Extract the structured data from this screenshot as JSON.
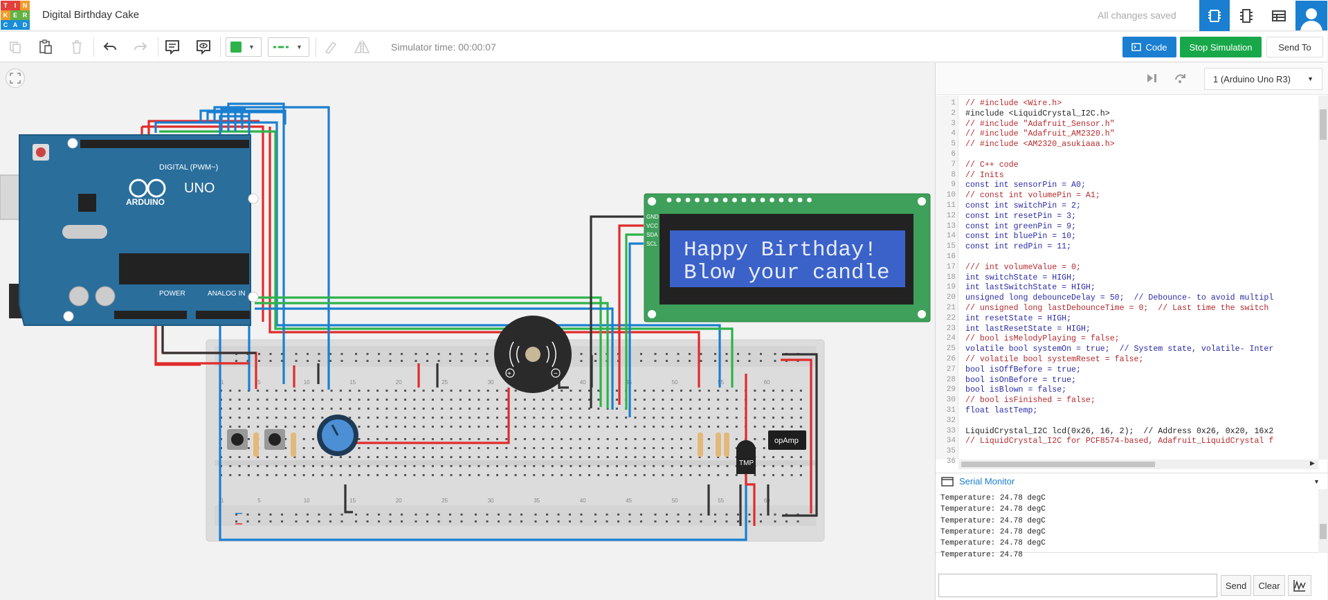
{
  "app": {
    "logo_letters": [
      "T",
      "I",
      "N",
      "K",
      "E",
      "R",
      "C",
      "A",
      "D"
    ],
    "logo_colors": [
      "#e0413a",
      "#e0413a",
      "#f09b2b",
      "#f09b2b",
      "#62b244",
      "#62b244",
      "#1a8dd8",
      "#1a8dd8",
      "#1a8dd8"
    ],
    "project_title": "Digital Birthday Cake",
    "save_status": "All changes saved"
  },
  "top_icons": {
    "circuit": "circuit-view-icon",
    "components": "component-list-icon",
    "table": "table-view-icon",
    "avatar": "user-avatar-icon"
  },
  "toolbar": {
    "copy": "copy-icon",
    "paste": "paste-icon",
    "delete": "delete-icon",
    "undo": "undo-icon",
    "redo": "redo-icon",
    "note": "note-icon",
    "visibility": "eye-icon",
    "color_swatch": "#2db34a",
    "line_style": "wire-style-icon",
    "rotate": "rotate-icon",
    "mirror": "mirror-icon",
    "sim_time": "Simulator time: 00:00:07",
    "code_label": "Code",
    "stop_label": "Stop Simulation",
    "send_to_label": "Send To"
  },
  "canvas": {
    "lcd_line1": "Happy Birthday!",
    "lcd_line2": "Blow your candle",
    "lcd_pins": [
      "GND",
      "VCC",
      "SDA",
      "SCL"
    ],
    "arduino_brand": "ARDUINO",
    "arduino_model": "UNO",
    "digital_label": "DIGITAL (PWM~)",
    "power_label": "POWER",
    "analog_label": "ANALOG IN",
    "opamp_label": "opAmp",
    "tmp_label": "TMP",
    "breadboard_numbers": [
      "1",
      "5",
      "10",
      "15",
      "20",
      "25",
      "30",
      "35",
      "40",
      "45",
      "50",
      "55",
      "60"
    ]
  },
  "code_panel": {
    "device": "1 (Arduino Uno R3)",
    "lines": [
      {
        "n": "1",
        "t": "// #include <Wire.h>",
        "k": "comment"
      },
      {
        "n": "2",
        "t": "#include <LiquidCrystal_I2C.h>",
        "k": "plain"
      },
      {
        "n": "3",
        "t": "// #include \"Adafruit_Sensor.h\"",
        "k": "comment"
      },
      {
        "n": "4",
        "t": "// #include \"Adafruit_AM2320.h\"",
        "k": "comment"
      },
      {
        "n": "5",
        "t": "// #include <AM2320_asukiaaa.h>",
        "k": "comment"
      },
      {
        "n": "6",
        "t": "",
        "k": "plain"
      },
      {
        "n": "7",
        "t": "// C++ code",
        "k": "comment"
      },
      {
        "n": "8",
        "t": "// Inits",
        "k": "comment"
      },
      {
        "n": "9",
        "t": "const int sensorPin = A0;",
        "k": "kw"
      },
      {
        "n": "10",
        "t": "// const int volumePin = A1;",
        "k": "comment"
      },
      {
        "n": "11",
        "t": "const int switchPin = 2;",
        "k": "kw"
      },
      {
        "n": "12",
        "t": "const int resetPin = 3;",
        "k": "kw"
      },
      {
        "n": "13",
        "t": "const int greenPin = 9;",
        "k": "kw"
      },
      {
        "n": "14",
        "t": "const int bluePin = 10;",
        "k": "kw"
      },
      {
        "n": "15",
        "t": "const int redPin = 11;",
        "k": "kw"
      },
      {
        "n": "16",
        "t": "",
        "k": "plain"
      },
      {
        "n": "17",
        "t": "/// int volumeValue = 0;",
        "k": "comment"
      },
      {
        "n": "18",
        "t": "int switchState = HIGH;",
        "k": "kw"
      },
      {
        "n": "19",
        "t": "int lastSwitchState = HIGH;",
        "k": "kw"
      },
      {
        "n": "20",
        "t": "unsigned long debounceDelay = 50;  // Debounce- to avoid multipl",
        "k": "kw"
      },
      {
        "n": "21",
        "t": "// unsigned long lastDebounceTime = 0;  // Last time the switch",
        "k": "comment"
      },
      {
        "n": "22",
        "t": "int resetState = HIGH;",
        "k": "kw"
      },
      {
        "n": "23",
        "t": "int lastResetState = HIGH;",
        "k": "kw"
      },
      {
        "n": "24",
        "t": "// bool isMelodyPlaying = false;",
        "k": "comment"
      },
      {
        "n": "25",
        "t": "volatile bool systemOn = true;  // System state, volatile- Inter",
        "k": "kw"
      },
      {
        "n": "26",
        "t": "// volatile bool systemReset = false;",
        "k": "comment"
      },
      {
        "n": "27",
        "t": "bool isOffBefore = true;",
        "k": "kw"
      },
      {
        "n": "28",
        "t": "bool isOnBefore = true;",
        "k": "kw"
      },
      {
        "n": "29",
        "t": "bool isBlown = false;",
        "k": "kw"
      },
      {
        "n": "30",
        "t": "// bool isFinished = false;",
        "k": "comment"
      },
      {
        "n": "31",
        "t": "float lastTemp;",
        "k": "kw"
      },
      {
        "n": "32",
        "t": "",
        "k": "plain"
      },
      {
        "n": "33",
        "t": "LiquidCrystal_I2C lcd(0x26, 16, 2);  // Address 0x26, 0x20, 16x2",
        "k": "plain"
      },
      {
        "n": "34",
        "t": "// LiquidCrystal_I2C for PCF8574-based, Adafruit_LiquidCrystal f",
        "k": "comment"
      },
      {
        "n": "35",
        "t": "",
        "k": "plain"
      },
      {
        "n": "36",
        "t": "",
        "k": "plain"
      }
    ]
  },
  "serial": {
    "title": "Serial Monitor",
    "lines": [
      "Temperature: 24.78 degC",
      "Temperature: 24.78 degC",
      "Temperature: 24.78 degC",
      "Temperature: 24.78 degC",
      "Temperature: 24.78 degC",
      "Temperature: 24.78"
    ],
    "send_label": "Send",
    "clear_label": "Clear",
    "input_value": ""
  }
}
